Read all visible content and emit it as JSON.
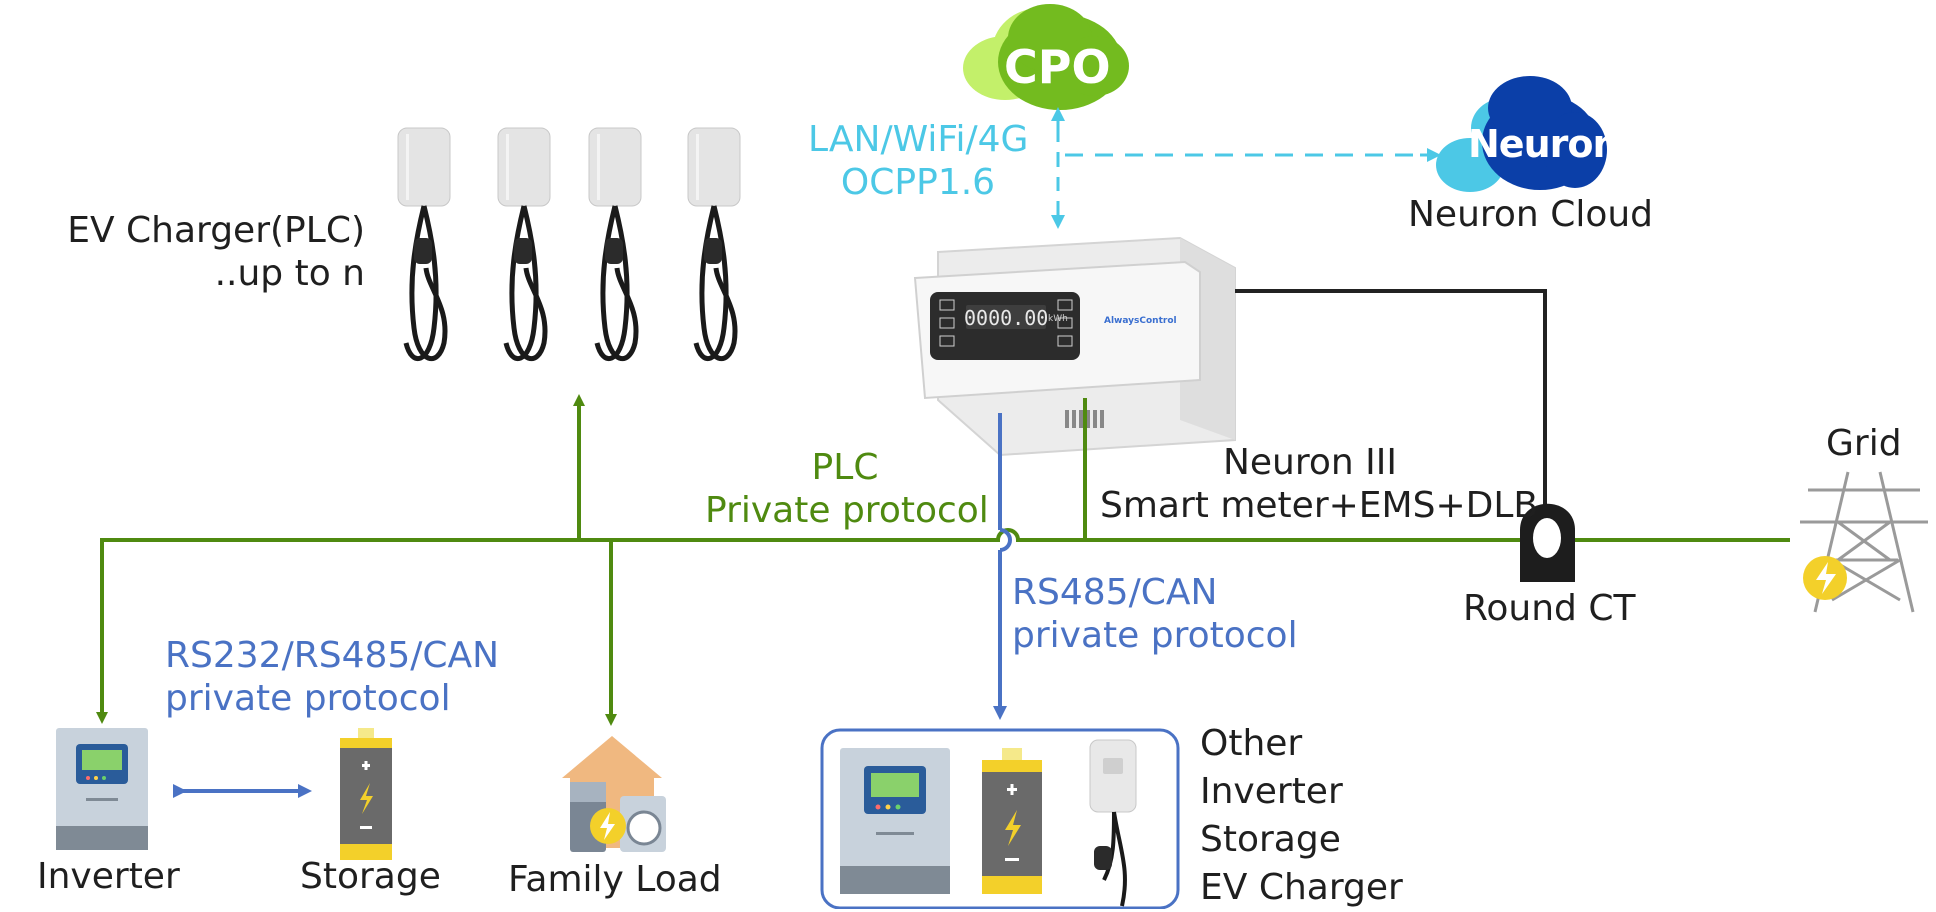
{
  "ev_charger": {
    "line1": "EV Charger(PLC)",
    "line2": "..up to n"
  },
  "cpo": {
    "label": "CPO"
  },
  "network": {
    "line1": "LAN/WiFi/4G",
    "line2": "OCPP1.6"
  },
  "neuron_cloud": {
    "logo": "Neuron",
    "label": "Neuron Cloud"
  },
  "meter": {
    "display": "0000.00",
    "unit": "kWh",
    "brand": "AlwaysControl",
    "name": "Neuron III",
    "desc": "Smart meter+EMS+DLB"
  },
  "plc": {
    "line1": "PLC",
    "line2": "Private protocol"
  },
  "rs485": {
    "line1": "RS485/CAN",
    "line2": "private protocol"
  },
  "rs232": {
    "line1": "RS232/RS485/CAN",
    "line2": "private protocol"
  },
  "round_ct": {
    "label": "Round CT"
  },
  "grid": {
    "label": "Grid"
  },
  "inverter": {
    "label": "Inverter"
  },
  "storage": {
    "label": "Storage"
  },
  "family_load": {
    "label": "Family Load"
  },
  "other_group": {
    "lines": [
      "Other",
      "Inverter",
      "Storage",
      "EV Charger"
    ]
  },
  "colors": {
    "plc_green": "#4f8a10",
    "rs_blue": "#4a72c4",
    "network_cyan": "#4cc8e6",
    "cpo_green": "#6bb620",
    "neuron_blue": "#0b3fa8",
    "ct_line": "#222222"
  }
}
